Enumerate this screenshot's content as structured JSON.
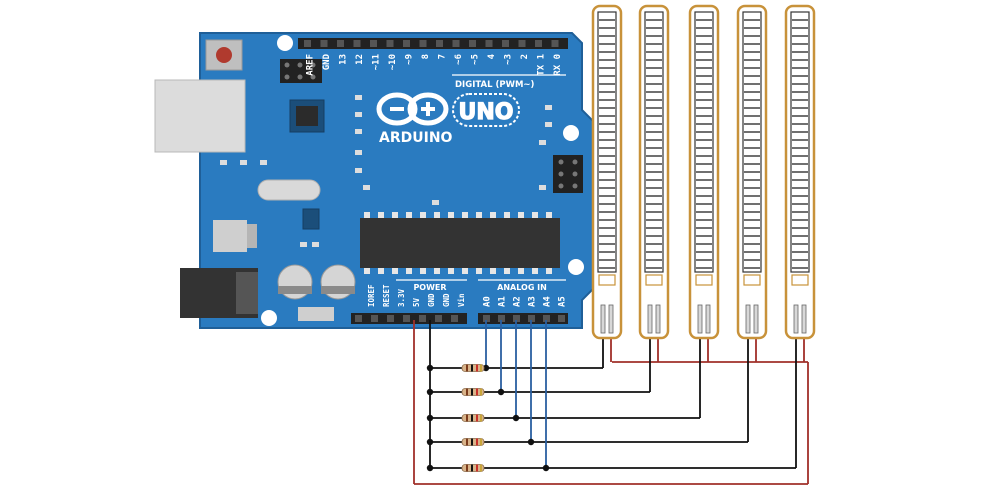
{
  "board": {
    "brand": "ARDUINO",
    "model": "UNO",
    "digital_label": "DIGITAL (PWM~)",
    "power_label": "POWER",
    "analog_label": "ANALOG IN",
    "top_pin_labels": [
      "AREF",
      "GND",
      "13",
      "12",
      "~11",
      "~10",
      "~9",
      "8",
      "7",
      "~6",
      "~5",
      "4",
      "~3",
      "2",
      "TX 1",
      "RX 0"
    ],
    "power_pin_labels": [
      "IOREF",
      "RESET",
      "3.3V",
      "5V",
      "GND",
      "GND",
      "Vin"
    ],
    "analog_pin_labels": [
      "A0",
      "A1",
      "A2",
      "A3",
      "A4",
      "A5"
    ]
  },
  "colors": {
    "board": "#2a7bc0",
    "board_edge": "#1f5f98",
    "sensor_outline": "#c8923a",
    "wire_5v": "#a0302a",
    "wire_gnd": "#111111",
    "wire_signal": "#2a5fa0"
  },
  "sensors": {
    "count": 5
  },
  "resistors": {
    "count": 5
  }
}
